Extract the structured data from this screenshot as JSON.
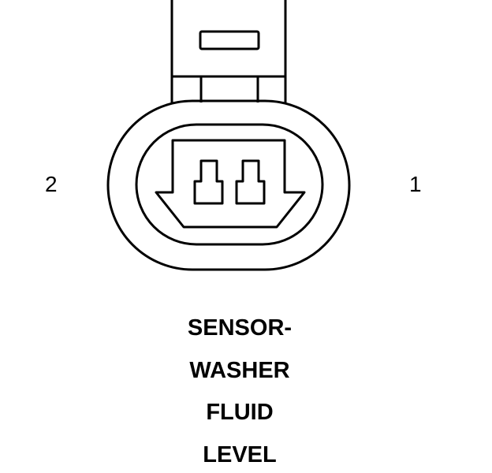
{
  "connector": {
    "name": "",
    "pins": [
      {
        "label": "2"
      },
      {
        "label": "1"
      }
    ]
  },
  "caption": {
    "lines": [
      "SENSOR-",
      "WASHER",
      "FLUID",
      "LEVEL"
    ]
  },
  "colors": {
    "stroke": "#000000",
    "background": "#ffffff"
  }
}
